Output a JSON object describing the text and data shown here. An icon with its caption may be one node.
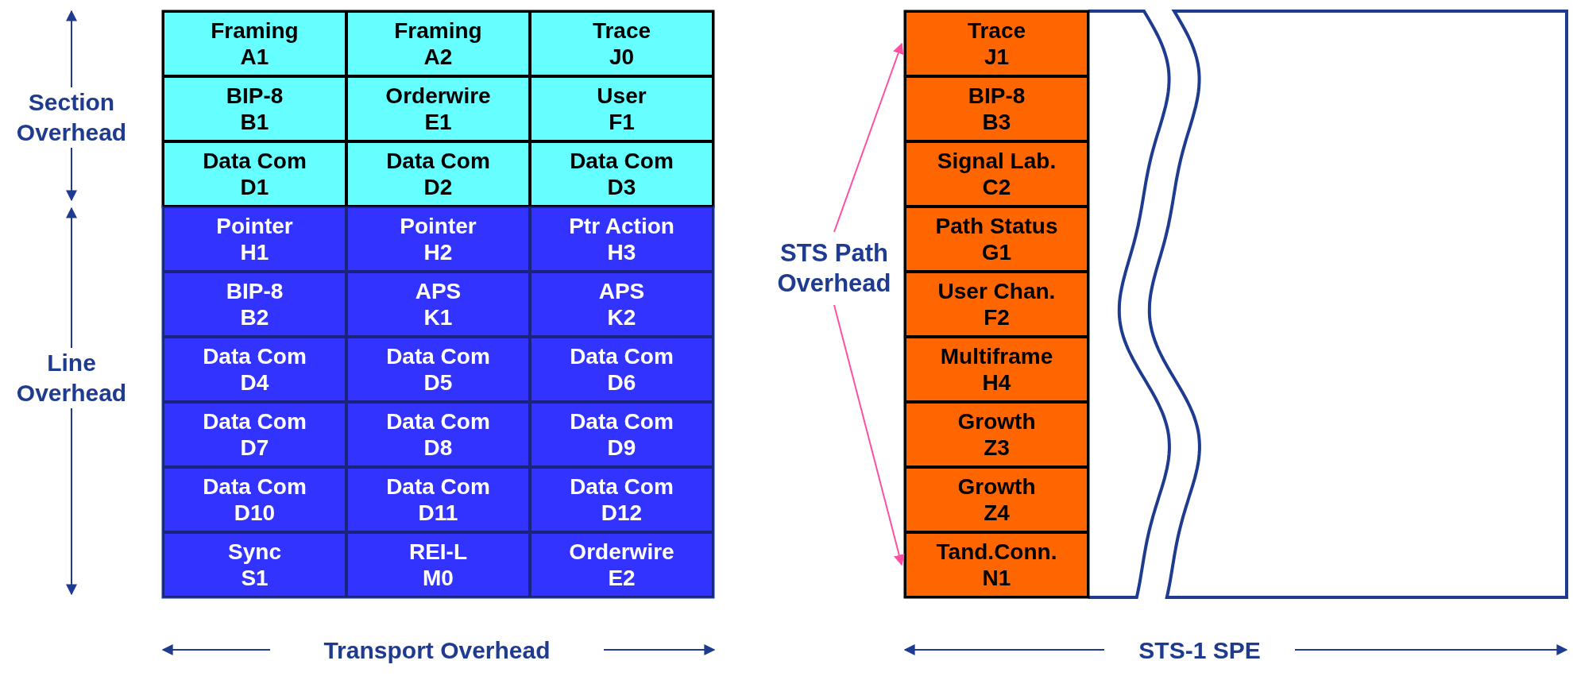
{
  "diagram": {
    "nodes": [
      {
        "text": [
          "Framing",
          "A1"
        ]
      },
      {
        "text": [
          "Framing",
          "A2"
        ]
      },
      {
        "text": [
          "Trace",
          "J0"
        ]
      },
      {
        "text": [
          "BIP-8",
          "B1"
        ]
      },
      {
        "text": [
          "Orderwire",
          "E1"
        ]
      },
      {
        "text": [
          "User",
          "F1"
        ]
      },
      {
        "text": [
          "Data Com",
          "D1"
        ]
      },
      {
        "text": [
          "Data Com",
          "D2"
        ]
      },
      {
        "text": [
          "Data Com",
          "D3"
        ]
      },
      {
        "text": [
          "Pointer",
          "H1"
        ]
      },
      {
        "text": [
          "Pointer",
          "H2"
        ]
      },
      {
        "text": [
          "Ptr Action",
          "H3"
        ]
      },
      {
        "text": [
          "BIP-8",
          "B2"
        ]
      },
      {
        "text": [
          "APS",
          "K1"
        ]
      },
      {
        "text": [
          "APS",
          "K2"
        ]
      },
      {
        "text": [
          "Data Com",
          "D4"
        ]
      },
      {
        "text": [
          "Data Com",
          "D5"
        ]
      },
      {
        "text": [
          "Data Com",
          "D6"
        ]
      },
      {
        "text": [
          "Data Com",
          "D7"
        ]
      },
      {
        "text": [
          "Data Com",
          "D8"
        ]
      },
      {
        "text": [
          "Data Com",
          "D9"
        ]
      },
      {
        "text": [
          "Data Com",
          "D10"
        ]
      },
      {
        "text": [
          "Data Com",
          "D11"
        ]
      },
      {
        "text": [
          "Data Com",
          "D12"
        ]
      },
      {
        "text": [
          "Sync",
          "S1"
        ]
      },
      {
        "text": [
          "REI-L",
          "M0"
        ]
      },
      {
        "text": [
          "Orderwire",
          "E2"
        ]
      },
      {
        "text": [
          "Trace",
          "J1"
        ]
      },
      {
        "text": [
          "BIP-8",
          "B3"
        ]
      },
      {
        "text": [
          "Signal Lab.",
          "C2"
        ]
      },
      {
        "text": [
          "Path Status",
          "G1"
        ]
      },
      {
        "text": [
          "User Chan.",
          "F2"
        ]
      },
      {
        "text": [
          "Multiframe",
          "H4"
        ]
      },
      {
        "text": [
          "Growth",
          "Z3"
        ]
      },
      {
        "text": [
          "Growth",
          "Z4"
        ]
      },
      {
        "text": [
          "Tand.Conn.",
          "N1"
        ]
      },
      {
        "text": [
          "STS Path Overhead"
        ]
      }
    ],
    "edges": [
      {
        "from": 36,
        "to": 27,
        "arrow": "to",
        "color": "#ff4fa3"
      },
      {
        "from": 36,
        "to": 35,
        "arrow": "to",
        "color": "#ff4fa3"
      }
    ],
    "labels": [
      "Section Overhead",
      "Line Overhead",
      "Transport Overhead",
      "STS-1 SPE"
    ]
  }
}
